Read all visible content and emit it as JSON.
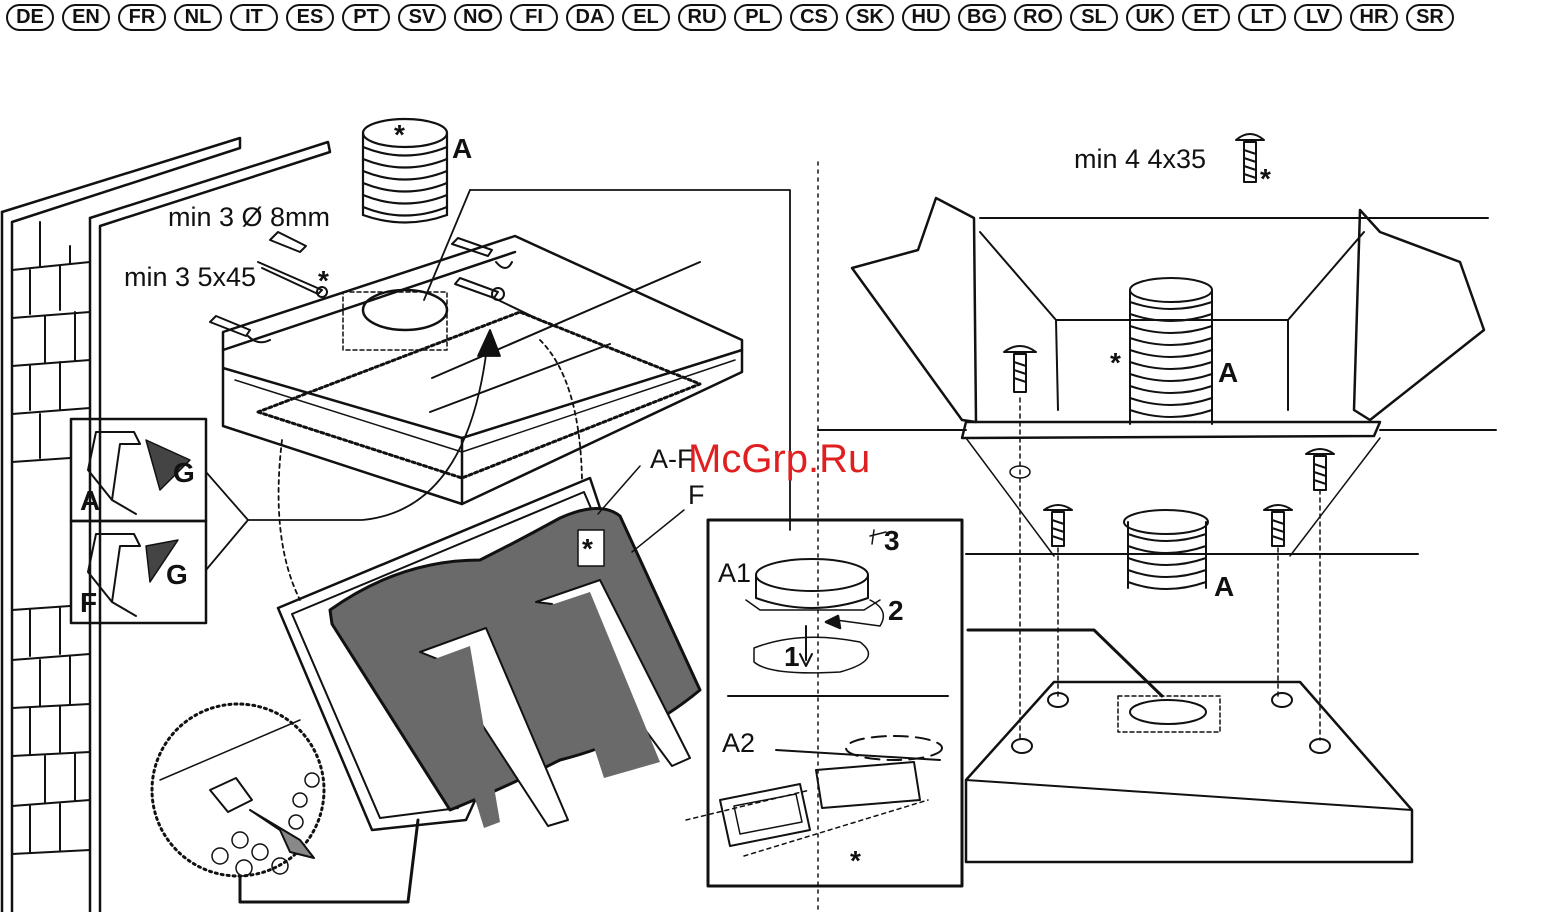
{
  "languages": [
    "DE",
    "EN",
    "FR",
    "NL",
    "IT",
    "ES",
    "PT",
    "SV",
    "NO",
    "FI",
    "DA",
    "EL",
    "RU",
    "PL",
    "CS",
    "SK",
    "HU",
    "BG",
    "RO",
    "SL",
    "UK",
    "ET",
    "LT",
    "LV",
    "HR",
    "SR"
  ],
  "labels": {
    "min3_8mm": "min 3 Ø 8mm",
    "min3_5x45": "min 3 5x45",
    "min4_4x35": "min 4 4x35",
    "A": "A",
    "F": "F",
    "G": "G",
    "AF": "A-F",
    "A1": "A1",
    "A2": "A2",
    "n1": "1",
    "n2": "2",
    "n3": "3",
    "star": "*"
  },
  "watermark": "McGrp.Ru",
  "colors": {
    "line": "#111111",
    "filter": "#6a6a6a",
    "watermark": "#e02020"
  }
}
